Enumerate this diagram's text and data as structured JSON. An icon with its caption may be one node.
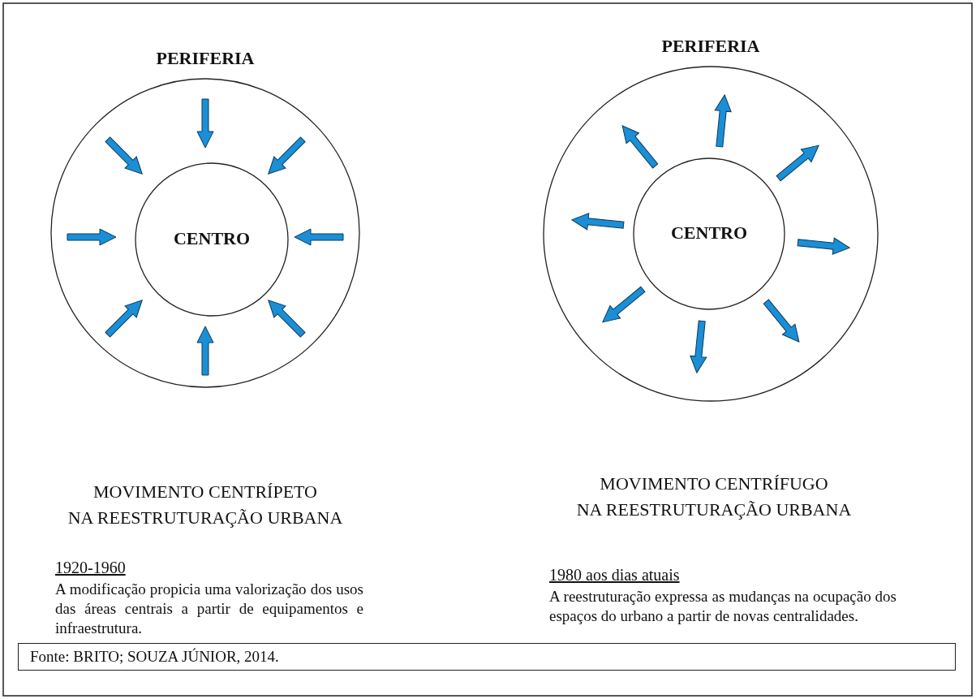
{
  "diagram": {
    "nodes": [
      {
        "text": [
          "PERIFERIA"
        ]
      },
      {
        "text": [
          "CENTRO"
        ],
        "in": 0
      },
      {
        "text": [
          "PERIFERIA"
        ]
      },
      {
        "text": [
          "CENTRO"
        ],
        "in": 2
      },
      {
        "text": [
          "Fonte: BRITO; SOUZA JÚNIOR, 2014."
        ]
      }
    ],
    "labels": [
      "MOVIMENTO CENTRÍPETO NA REESTRUTURAÇÃO URBANA",
      "MOVIMENTO CENTRÍFUGO NA REESTRUTURAÇÃO URBANA",
      "1920-1960",
      "1980 aos dias atuais",
      "A modificação propicia uma valorização dos usos das áreas centrais a partir de equipamentos e infraestrutura.",
      "A reestruturação expressa as mudanças na ocupação dos espaços do urbano a partir de novas centralidades."
    ]
  }
}
